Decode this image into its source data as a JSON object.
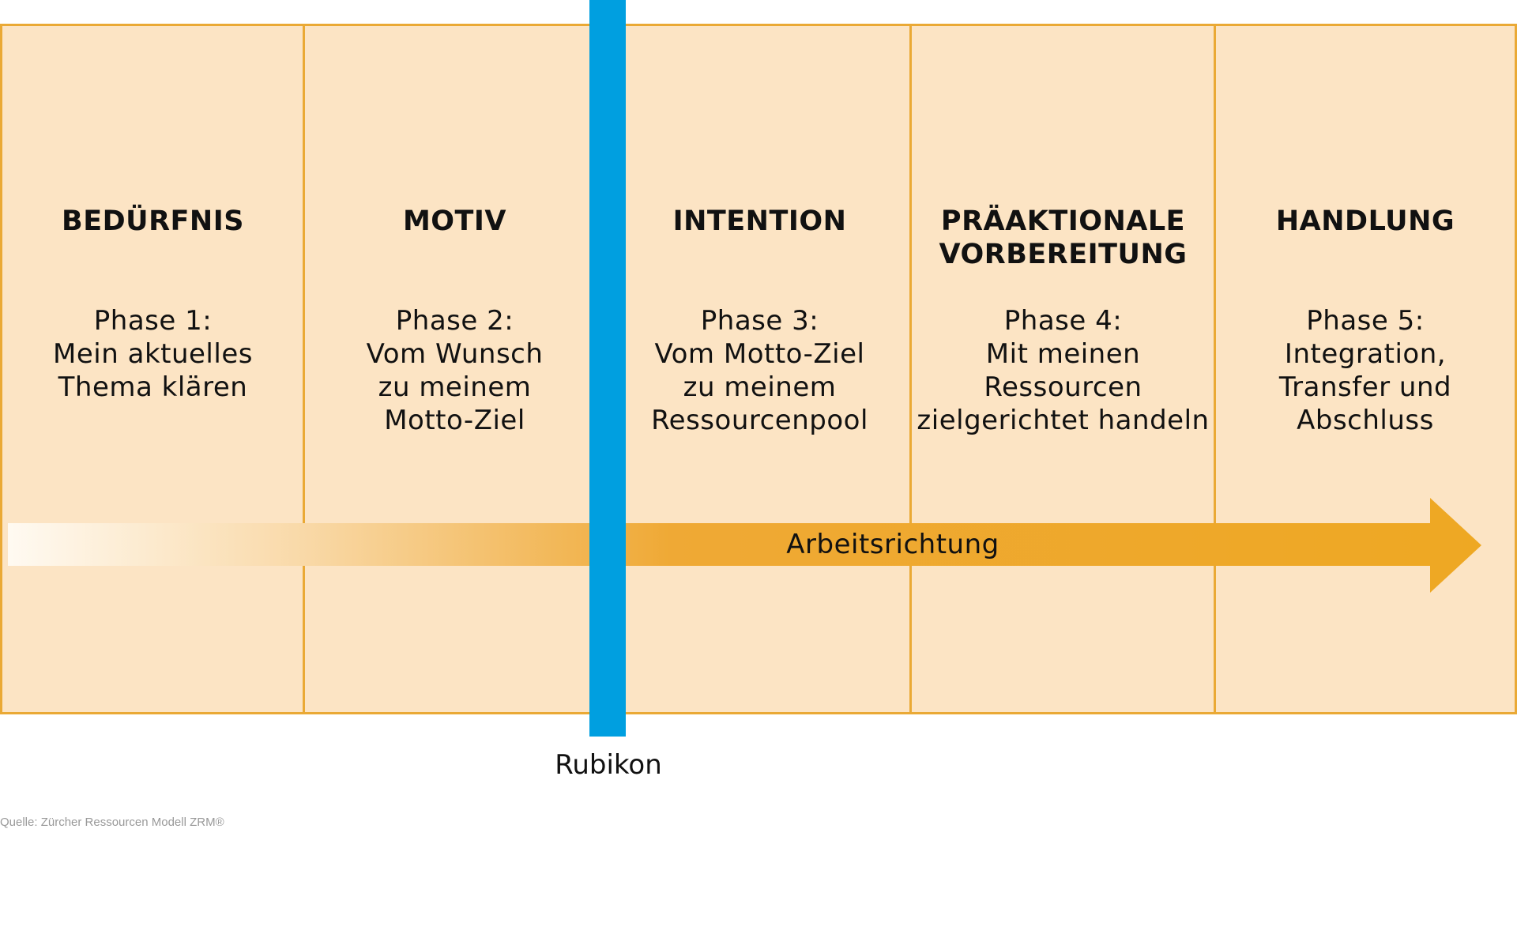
{
  "phases": [
    {
      "title": "BEDÜRFNIS",
      "desc": "Phase 1:\nMein aktuelles\nThema klären"
    },
    {
      "title": "MOTIV",
      "desc": "Phase 2:\nVom Wunsch\nzu meinem\nMotto-Ziel"
    },
    {
      "title": "INTENTION",
      "desc": "Phase 3:\nVom Motto-Ziel\nzu meinem\nRessourcenpool"
    },
    {
      "title": "PRÄAKTIONALE\nVORBEREITUNG",
      "desc": "Phase 4:\nMit meinen\nRessourcen\nzielgerichtet handeln"
    },
    {
      "title": "HANDLUNG",
      "desc": "Phase 5:\nIntegration,\nTransfer und\nAbschluss"
    }
  ],
  "arrow_label": "Arbeitsrichtung",
  "rubikon_label": "Rubikon",
  "source": "Quelle: Zürcher Ressourcen Modell ZRM®",
  "colors": {
    "box_fill": "#fce4c4",
    "box_border": "#eaa935",
    "arrow": "#eea823",
    "rubikon": "#009fe0"
  }
}
